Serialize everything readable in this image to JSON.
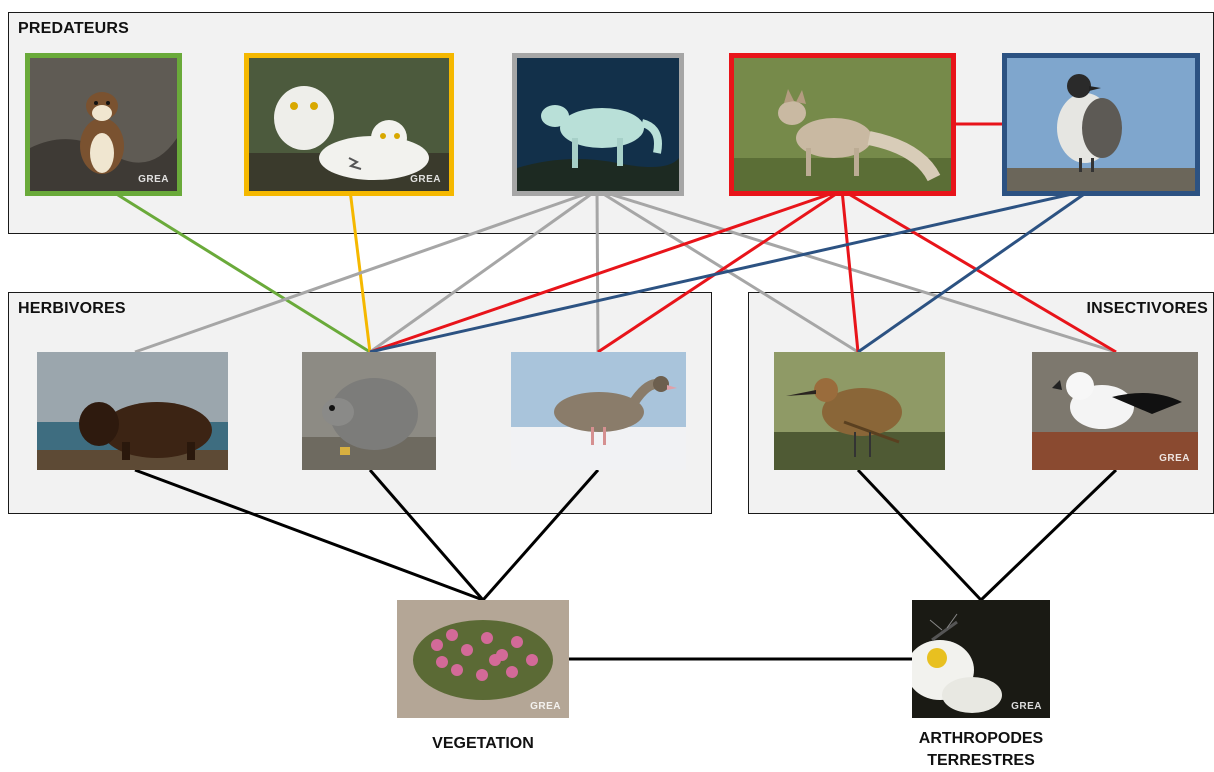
{
  "groups": {
    "predators": "PREDATEURS",
    "herbivores": "HERBIVORES",
    "insectivores": "INSECTIVORES"
  },
  "resources": {
    "vegetation": "VEGETATION",
    "arthropods_line1": "ARTHROPODES",
    "arthropods_line2": "TERRESTRES"
  },
  "watermark": "GREA",
  "nodes": [
    {
      "id": "stoat",
      "group": "predators",
      "frame_color": "#6aaa3a",
      "icon": "stoat-photo"
    },
    {
      "id": "snowy-owl",
      "group": "predators",
      "frame_color": "#f5b800",
      "icon": "snowy-owl-photo"
    },
    {
      "id": "arctic-wolf",
      "group": "predators",
      "frame_color": "#a6a6a6",
      "icon": "arctic-wolf-photo"
    },
    {
      "id": "arctic-fox",
      "group": "predators",
      "frame_color": "#e8141a",
      "icon": "arctic-fox-photo"
    },
    {
      "id": "jaeger",
      "group": "predators",
      "frame_color": "#2c5282",
      "icon": "jaeger-photo"
    },
    {
      "id": "muskox",
      "group": "herbivores",
      "icon": "muskox-photo"
    },
    {
      "id": "lemming",
      "group": "herbivores",
      "icon": "lemming-photo"
    },
    {
      "id": "goose",
      "group": "herbivores",
      "icon": "goose-photo"
    },
    {
      "id": "sandpiper",
      "group": "insectivores",
      "icon": "sandpiper-photo"
    },
    {
      "id": "snow-bunting",
      "group": "insectivores",
      "icon": "snow-bunting-photo"
    },
    {
      "id": "vegetation",
      "group": "resources",
      "icon": "flowers-photo"
    },
    {
      "id": "arthropods",
      "group": "resources",
      "icon": "mosquito-photo"
    }
  ],
  "edges": [
    {
      "from": "stoat",
      "to": "lemming",
      "color": "#6aaa3a"
    },
    {
      "from": "snowy-owl",
      "to": "lemming",
      "color": "#f5b800"
    },
    {
      "from": "arctic-wolf",
      "to": "muskox",
      "color": "#a6a6a6"
    },
    {
      "from": "arctic-wolf",
      "to": "lemming",
      "color": "#a6a6a6"
    },
    {
      "from": "arctic-wolf",
      "to": "goose",
      "color": "#a6a6a6"
    },
    {
      "from": "arctic-wolf",
      "to": "sandpiper",
      "color": "#a6a6a6"
    },
    {
      "from": "arctic-wolf",
      "to": "snow-bunting",
      "color": "#a6a6a6"
    },
    {
      "from": "arctic-fox",
      "to": "lemming",
      "color": "#e8141a"
    },
    {
      "from": "arctic-fox",
      "to": "goose",
      "color": "#e8141a"
    },
    {
      "from": "arctic-fox",
      "to": "sandpiper",
      "color": "#e8141a"
    },
    {
      "from": "arctic-fox",
      "to": "snow-bunting",
      "color": "#e8141a"
    },
    {
      "from": "arctic-fox",
      "to": "jaeger",
      "color": "#e8141a"
    },
    {
      "from": "jaeger",
      "to": "lemming",
      "color": "#2c5282"
    },
    {
      "from": "jaeger",
      "to": "sandpiper",
      "color": "#2c5282"
    },
    {
      "from": "muskox",
      "to": "vegetation",
      "color": "#000000"
    },
    {
      "from": "lemming",
      "to": "vegetation",
      "color": "#000000"
    },
    {
      "from": "goose",
      "to": "vegetation",
      "color": "#000000"
    },
    {
      "from": "sandpiper",
      "to": "arthropods",
      "color": "#000000"
    },
    {
      "from": "snow-bunting",
      "to": "arthropods",
      "color": "#000000"
    },
    {
      "from": "vegetation",
      "to": "arthropods",
      "color": "#000000"
    }
  ]
}
